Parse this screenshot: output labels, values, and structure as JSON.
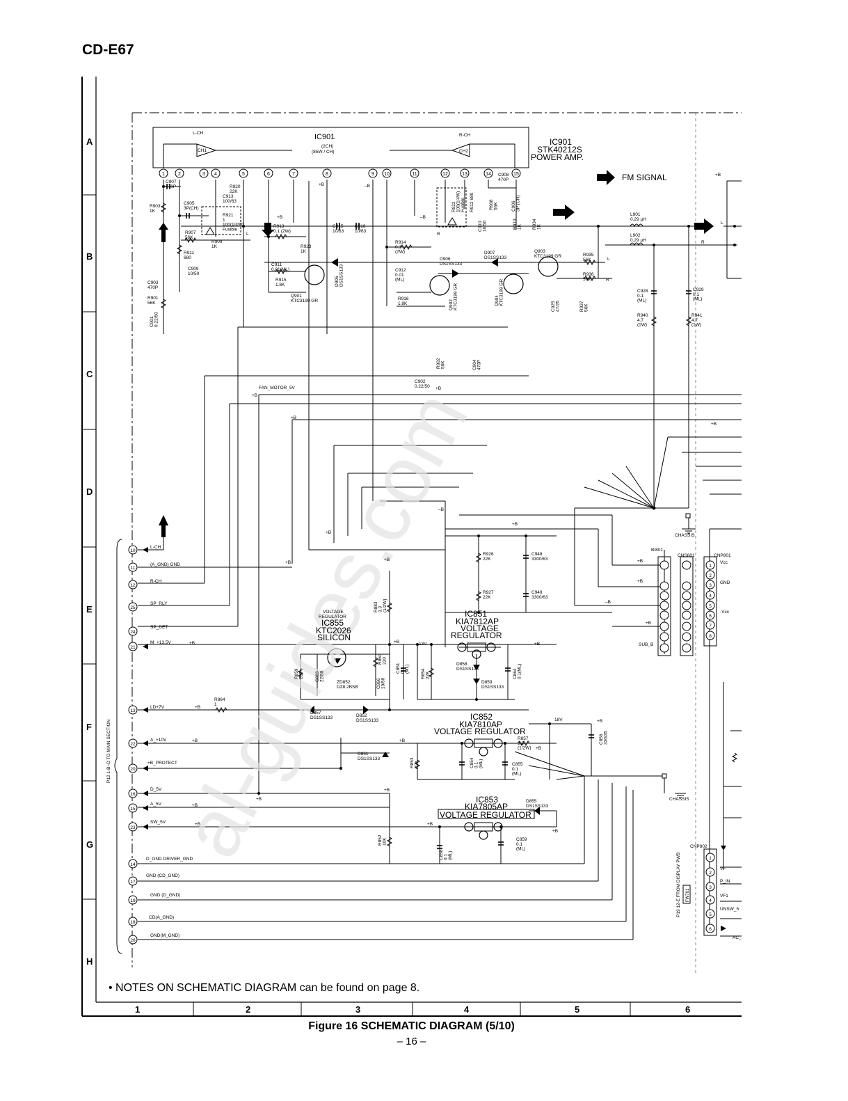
{
  "model": "CD-E67",
  "row_labels": [
    "A",
    "B",
    "C",
    "D",
    "E",
    "F",
    "G",
    "H"
  ],
  "col_labels": [
    "1",
    "2",
    "3",
    "4",
    "5",
    "6"
  ],
  "notes": "• NOTES ON SCHEMATIC DIAGRAM can be found on page 8.",
  "figure_caption": "Figure 16 SCHEMATIC DIAGRAM (5/10)",
  "page_number": "– 16 –",
  "fm_signal": "FM SIGNAL",
  "ic901": {
    "name": "IC901",
    "part": "STK40212S",
    "desc": "POWER AMP.",
    "inner_name": "IC901",
    "inner_desc1": "(2CH)",
    "inner_desc2": "(85W / CH)",
    "lch": "L-CH",
    "rch": "R-CH",
    "ch1": "CH1",
    "ch2": "CH2",
    "pins": [
      "1",
      "2",
      "3",
      "4",
      "5",
      "6",
      "7",
      "8",
      "9",
      "10",
      "11",
      "12",
      "13",
      "14",
      "15"
    ]
  },
  "ic851": {
    "name": "IC851",
    "part": "KIA7812AP",
    "l1": "VOLTAGE",
    "l2": "REGULATOR"
  },
  "ic852": {
    "name": "IC852",
    "part": "KIA7810AP",
    "l1": "VOLTAGE REGULATOR"
  },
  "ic853": {
    "name": "IC853",
    "part": "KIA7805AP",
    "l1": "VOLTAGE REGULATOR"
  },
  "ic855": {
    "name": "IC855",
    "part": "KTC2026",
    "l1": "SILICON",
    "l0": "VOLTAGE",
    "l00": "REGULATOR"
  },
  "connector_left": [
    {
      "pin": "10",
      "label": "L-CH"
    },
    {
      "pin": "11",
      "label": "(A_GND) GND"
    },
    {
      "pin": "12",
      "label": "R-CH"
    },
    {
      "pin": "25",
      "label": "SP_RLY"
    },
    {
      "pin": "24",
      "label": "SP_DET"
    },
    {
      "pin": "21",
      "label": "M_+13.5V"
    },
    {
      "pin": "13",
      "label": "LD+7V"
    },
    {
      "pin": "22",
      "label": "A_+10V"
    },
    {
      "pin": "20",
      "label": "+B_PROTECT"
    },
    {
      "pin": "16",
      "label": "D_5V"
    },
    {
      "pin": "15",
      "label": "A_5V"
    },
    {
      "pin": "23",
      "label": "SW_5V"
    },
    {
      "pin": "14",
      "label": "D_GND DRIVER_GND"
    },
    {
      "pin": "17",
      "label": "GND (CD_GND)"
    },
    {
      "pin": "19",
      "label": "GND (D_GND)"
    },
    {
      "pin": "18",
      "label": "CD(A_GND)"
    },
    {
      "pin": "26",
      "label": "GND(M_GND)"
    }
  ],
  "connector_left_note": "P12 1-B~D TO MAIN SECTION",
  "cns801_label": "CNS801",
  "bi801_label": "BI801",
  "cnp801": {
    "label": "CNP801",
    "pins": [
      {
        "pin": "1",
        "label": "Vcc"
      },
      {
        "pin": "2",
        "label": ""
      },
      {
        "pin": "3",
        "label": "GND"
      },
      {
        "pin": "4",
        "label": ""
      },
      {
        "pin": "5",
        "label": ""
      },
      {
        "pin": "6",
        "label": "-Vcc"
      },
      {
        "pin": "7",
        "label": ""
      },
      {
        "pin": "8",
        "label": ""
      }
    ]
  },
  "cnp802": {
    "label": "CNP802",
    "pins": [
      {
        "pin": "1",
        "label": "VF"
      },
      {
        "pin": "2",
        "label": "P_IN"
      },
      {
        "pin": "3",
        "label": "VF1"
      },
      {
        "pin": "4",
        "label": "UNSW_5"
      },
      {
        "pin": "5",
        "label": ""
      },
      {
        "pin": "6",
        "label": "AC_"
      }
    ],
    "note": "P19 12-E FROM DISPLAY PWB",
    "fw": "FW701"
  },
  "components": [
    {
      "id": "c907",
      "text": "C907\n470P"
    },
    {
      "id": "r903",
      "text": "R903\n1K"
    },
    {
      "id": "c905",
      "text": "C905\n3P(CH)"
    },
    {
      "id": "r907",
      "text": "R907\n56K"
    },
    {
      "id": "r911",
      "text": "R911\n680"
    },
    {
      "id": "r909",
      "text": "R909\n1K"
    },
    {
      "id": "c909",
      "text": "C909\n10/50"
    },
    {
      "id": "c903",
      "text": "C903\n470P"
    },
    {
      "id": "r901",
      "text": "R901\n56K"
    },
    {
      "id": "c901",
      "text": "C901\n0.22/50"
    },
    {
      "id": "r920",
      "text": "R920\n22K"
    },
    {
      "id": "c913",
      "text": "C913\n100/63"
    },
    {
      "id": "r921",
      "text": "R921\n1\n100(1/4W)\nFusible"
    },
    {
      "id": "r913",
      "text": "R913\n0.1 (2W)"
    },
    {
      "id": "r915",
      "text": "R915\n1.8K"
    },
    {
      "id": "c911",
      "text": "C911\n0.01(ML)"
    },
    {
      "id": "r923",
      "text": "R923\n1K"
    },
    {
      "id": "q901",
      "text": "Q901\nKTC3199 GR"
    },
    {
      "id": "d905",
      "text": "D905\nDS1SS133"
    },
    {
      "id": "c915",
      "text": "C915\n10/63"
    },
    {
      "id": "c916",
      "text": "C916\n10/63"
    },
    {
      "id": "r914",
      "text": "R914\n0.1\n(2W)"
    },
    {
      "id": "c912",
      "text": "C912\n0.01\n(ML)"
    },
    {
      "id": "r916",
      "text": "R916\n1.8K"
    },
    {
      "id": "q902",
      "text": "Q902\nKTC3199 GR"
    },
    {
      "id": "d906",
      "text": "D906\nDS1SS133"
    },
    {
      "id": "d907",
      "text": "D907\nDS1SS133"
    },
    {
      "id": "q903",
      "text": "Q903\nKTC3199 GR"
    },
    {
      "id": "q904",
      "text": "Q904\nKTC3199 GR"
    },
    {
      "id": "r935",
      "text": "R935\n56K"
    },
    {
      "id": "r936",
      "text": "R936\n56K"
    },
    {
      "id": "r937",
      "text": "R937\n56K"
    },
    {
      "id": "c925",
      "text": "C925\n47/25"
    },
    {
      "id": "c908",
      "text": "C908\n470P"
    },
    {
      "id": "r908",
      "text": "R908\n56K"
    },
    {
      "id": "c906",
      "text": "C906\n3P (CH)"
    },
    {
      "id": "r910",
      "text": "R910\n1K"
    },
    {
      "id": "r934",
      "text": "R934\n1K"
    },
    {
      "id": "r922",
      "text": "R922\n100(1/4W)\nFusible"
    },
    {
      "id": "c910",
      "text": "C910\n10/50"
    },
    {
      "id": "r912",
      "text": "R912 680"
    },
    {
      "id": "l901",
      "text": "L901\n0.29 µH"
    },
    {
      "id": "l902",
      "text": "L902\n0.29 µH"
    },
    {
      "id": "c928",
      "text": "C928\n0.1\n(ML)"
    },
    {
      "id": "c929",
      "text": "C929\n0.1\n(ML)"
    },
    {
      "id": "r940",
      "text": "R940\n4.7\n(1W)"
    },
    {
      "id": "r941",
      "text": "R941\n4.7\n(1W)"
    },
    {
      "id": "c902",
      "text": "C902\n0.22/50"
    },
    {
      "id": "r902",
      "text": "R902\n56K"
    },
    {
      "id": "c904",
      "text": "C904\n470P"
    },
    {
      "id": "r926",
      "text": "R926\n22K"
    },
    {
      "id": "r927",
      "text": "R927\n22K"
    },
    {
      "id": "c948",
      "text": "C948\n3300/63"
    },
    {
      "id": "c949",
      "text": "C949\n3300/63"
    },
    {
      "id": "r883",
      "text": "R883\n3.3\n(1/2W)"
    },
    {
      "id": "r859",
      "text": "R859\n220"
    },
    {
      "id": "r860",
      "text": "R860\n220"
    },
    {
      "id": "c863",
      "text": "C863\n22/50"
    },
    {
      "id": "zd852",
      "text": "ZD852\nDZ8.2BSB"
    },
    {
      "id": "c866",
      "text": "C866\n10/50"
    },
    {
      "id": "c851",
      "text": "C851\n0.1\n(ML)"
    },
    {
      "id": "r854",
      "text": "R854\n22K"
    },
    {
      "id": "d858",
      "text": "D858\nDS1SS133"
    },
    {
      "id": "d859",
      "text": "D859\nDS1SS133"
    },
    {
      "id": "c864",
      "text": "C864\n0.1(ML)"
    },
    {
      "id": "r864",
      "text": "R864\n1"
    },
    {
      "id": "d857",
      "text": "D857\nDS1SS133"
    },
    {
      "id": "d852",
      "text": "D852\nDS1SS133"
    },
    {
      "id": "r857",
      "text": "R857\n3.3\n(1/2W)"
    },
    {
      "id": "c856",
      "text": "C856\n330/35"
    },
    {
      "id": "d851",
      "text": "D851\nDS1SS133"
    },
    {
      "id": "r853",
      "text": "R853\n22K"
    },
    {
      "id": "c854",
      "text": "C854\n0.1\n(ML)"
    },
    {
      "id": "c855",
      "text": "C855\n0.1\n(ML)"
    },
    {
      "id": "d855",
      "text": "D855\nDS1SS133"
    },
    {
      "id": "r852",
      "text": "R852\n10K"
    },
    {
      "id": "c858",
      "text": "C858\n0.1\n(ML)"
    },
    {
      "id": "c859",
      "text": "C859\n0.1\n(ML)"
    }
  ],
  "net_labels": {
    "fan_motor": "FAN_MOTOR_5V",
    "chassis": "CHASSIS",
    "sub_b": "SUB_B",
    "v13": "13V",
    "v18": "18V",
    "plus_b": "+B",
    "minus_b": "–B",
    "l": "L",
    "r": "R"
  }
}
